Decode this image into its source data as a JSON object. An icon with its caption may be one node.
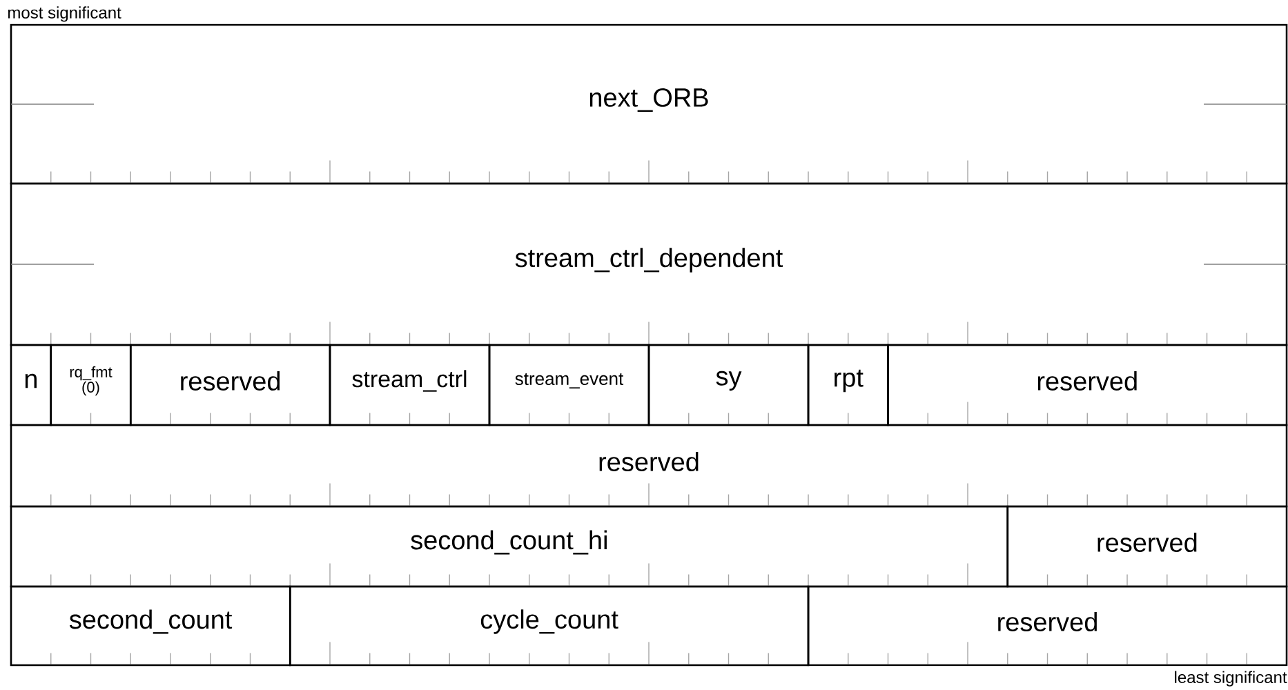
{
  "diagram": {
    "nodes": [
      {
        "text": [
          "next_ORB"
        ]
      },
      {
        "text": [
          "stream_ctrl_dependent"
        ]
      },
      {
        "text": [
          "n"
        ]
      },
      {
        "text": [
          "rq_fmt",
          "(0)"
        ]
      },
      {
        "text": [
          "reserved"
        ]
      },
      {
        "text": [
          "stream_ctrl"
        ]
      },
      {
        "text": [
          "stream_event"
        ]
      },
      {
        "text": [
          "sy"
        ]
      },
      {
        "text": [
          "rpt"
        ]
      },
      {
        "text": [
          "reserved"
        ]
      },
      {
        "text": [
          "reserved"
        ]
      },
      {
        "text": [
          "second_count_hi"
        ]
      },
      {
        "text": [
          "reserved"
        ]
      },
      {
        "text": [
          "second_count"
        ]
      },
      {
        "text": [
          "cycle_count"
        ]
      },
      {
        "text": [
          "reserved"
        ]
      }
    ],
    "labels": [
      "most significant",
      "least significant"
    ]
  }
}
